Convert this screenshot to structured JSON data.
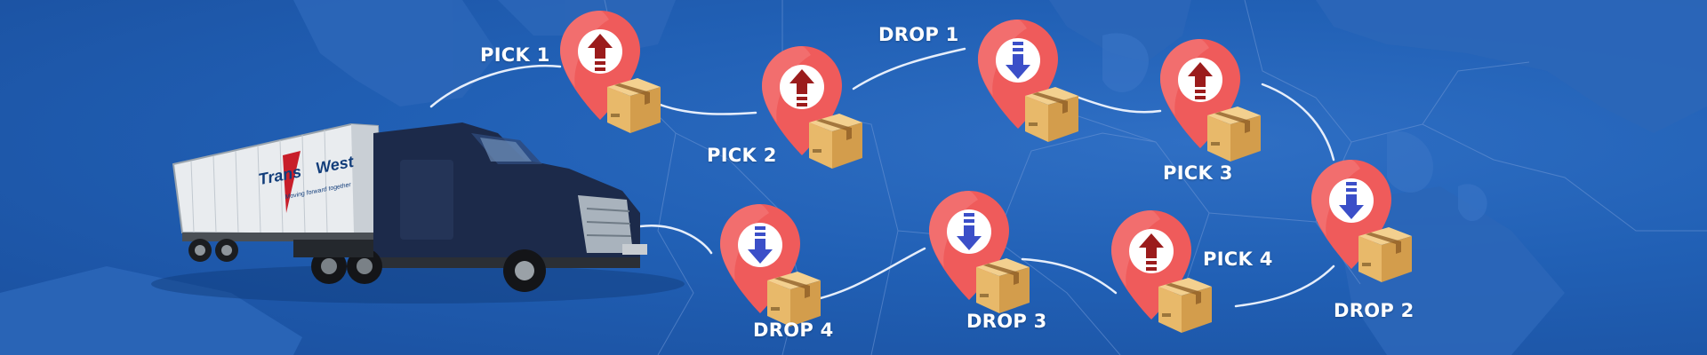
{
  "banner": {
    "truck": {
      "brand_left": "Trans",
      "brand_right": "West",
      "brand_tagline": "Moving forward together"
    },
    "stops": [
      {
        "id": "pick1",
        "label": "PICK 1",
        "kind": "pick"
      },
      {
        "id": "pick2",
        "label": "PICK 2",
        "kind": "pick"
      },
      {
        "id": "drop1",
        "label": "DROP 1",
        "kind": "drop"
      },
      {
        "id": "pick3",
        "label": "PICK 3",
        "kind": "pick"
      },
      {
        "id": "drop2",
        "label": "DROP 2",
        "kind": "drop"
      },
      {
        "id": "pick4",
        "label": "PICK 4",
        "kind": "pick"
      },
      {
        "id": "drop3",
        "label": "DROP 3",
        "kind": "drop"
      },
      {
        "id": "drop4",
        "label": "DROP 4",
        "kind": "drop"
      }
    ],
    "colors": {
      "background": "#2160b5",
      "pin": "#ef5b5b",
      "pick_arrow": "#9b1c1c",
      "drop_arrow": "#3b4fc8",
      "box": "#e8b96a",
      "route_line": "#e6eefb",
      "label": "#ffffff"
    },
    "icons": {
      "pick": "upload-arrow-icon",
      "drop": "download-arrow-icon",
      "package": "package-box-icon"
    }
  }
}
